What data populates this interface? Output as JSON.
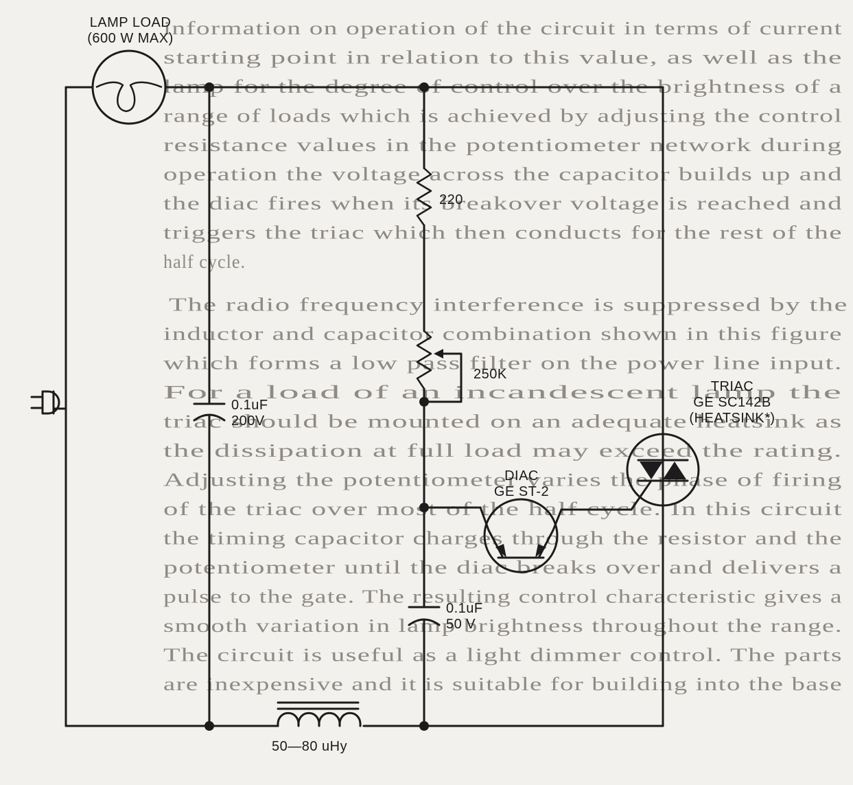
{
  "lamp": {
    "line1": "LAMP LOAD",
    "line2": "(600 W MAX)"
  },
  "resistor": {
    "value": "220"
  },
  "potentiometer": {
    "value": "250K"
  },
  "capacitor_main": {
    "value": "0.1uF",
    "voltage": "200V"
  },
  "capacitor_timing": {
    "value": "0.1uF",
    "voltage": "50 V"
  },
  "triac": {
    "line1": "TRIAC",
    "line2": "GE SC142B",
    "line3": "(HEATSINK*)"
  },
  "diac": {
    "line1": "DIAC",
    "line2": "GE ST-2"
  },
  "inductor": {
    "value": "50—80 uHy"
  },
  "background_text": [
    "information on operation of the circuit in terms of current",
    "starting point in relation to this value, as well as the",
    "lamp for the degree of control over the brightness of a",
    "range of loads which is achieved by adjusting the control",
    "resistance values in the potentiometer network during",
    "operation the voltage across the capacitor builds up and",
    "the diac fires when its breakover voltage is reached and",
    "triggers the triac which then conducts for the rest of the",
    "half cycle.",
    "The radio frequency interference is suppressed by the",
    "inductor and capacitor combination shown in this figure",
    "which forms a low pass filter on the power line input.",
    "For a load of an incandescent lamp the",
    "triac should be mounted on an adequate heatsink as",
    "the dissipation at full load may exceed the rating.",
    "Adjusting the potentiometer varies the phase of firing",
    "of the triac over most of the half cycle. In this circuit",
    "the timing capacitor charges through the resistor and the",
    "potentiometer until the diac breaks over and delivers a",
    "pulse to the gate. The resulting control characteristic gives a",
    "smooth variation in lamp brightness throughout the range.",
    "The circuit is useful as a light dimmer control. The parts",
    "are inexpensive and it is suitable for building into the base"
  ]
}
